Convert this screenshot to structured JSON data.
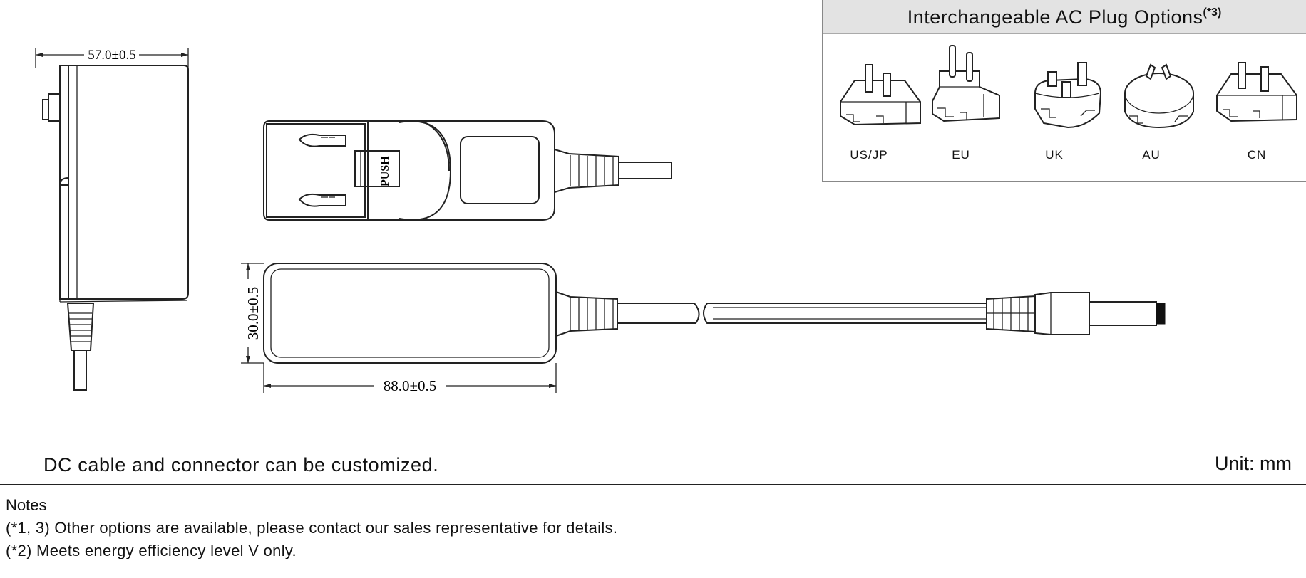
{
  "dimensions": {
    "side_width": "57.0±0.5",
    "body_length": "88.0±0.5",
    "body_height": "30.0±0.5"
  },
  "top_view": {
    "push_label": "PUSH"
  },
  "plug_options": {
    "title": "Interchangeable AC Plug Options",
    "title_sup": "(*3)",
    "plugs": [
      {
        "label": "US/JP",
        "icon": "us-plug-icon"
      },
      {
        "label": "EU",
        "icon": "eu-plug-icon"
      },
      {
        "label": "UK",
        "icon": "uk-plug-icon"
      },
      {
        "label": "AU",
        "icon": "au-plug-icon"
      },
      {
        "label": "CN",
        "icon": "cn-plug-icon"
      }
    ]
  },
  "footer": {
    "custom_note": "DC cable and connector can be customized.",
    "unit": "Unit: mm"
  },
  "notes": {
    "title": "Notes",
    "items": [
      "(*1, 3) Other options are available, please contact our sales representative for details.",
      "(*2) Meets energy efficiency level V only."
    ]
  }
}
